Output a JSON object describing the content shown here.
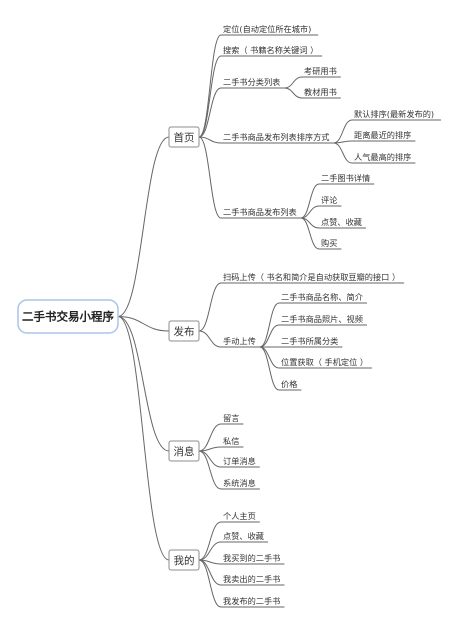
{
  "root": "二手书交易小程序",
  "branches": [
    {
      "label": "首页",
      "children": [
        {
          "label": "定位(自动定位所在城市)"
        },
        {
          "label": "搜索（ 书籍名称关键词 ）"
        },
        {
          "label": "二手书分类列表",
          "children": [
            {
              "label": "考研用书"
            },
            {
              "label": "教材用书"
            }
          ]
        },
        {
          "label": "二手书商品发布列表排序方式",
          "children": [
            {
              "label": "默认排序(最新发布的)"
            },
            {
              "label": "距离最近的排序"
            },
            {
              "label": "人气最高的排序"
            }
          ]
        },
        {
          "label": "二手书商品发布列表",
          "children": [
            {
              "label": "二手图书详情"
            },
            {
              "label": "评论"
            },
            {
              "label": "点赞、收藏"
            },
            {
              "label": "购买"
            }
          ]
        }
      ]
    },
    {
      "label": "发布",
      "children": [
        {
          "label": "扫码上传（ 书名和简介是自动获取豆瓣的接口 ）"
        },
        {
          "label": "手动上传",
          "children": [
            {
              "label": "二手书商品名称、简介"
            },
            {
              "label": "二手书商品照片、视频"
            },
            {
              "label": "二手书所属分类"
            },
            {
              "label": "位置获取（ 手机定位 ）"
            },
            {
              "label": "价格"
            }
          ]
        }
      ]
    },
    {
      "label": "消息",
      "children": [
        {
          "label": "留言"
        },
        {
          "label": "私信"
        },
        {
          "label": "订单消息"
        },
        {
          "label": "系统消息"
        }
      ]
    },
    {
      "label": "我的",
      "children": [
        {
          "label": "个人主页"
        },
        {
          "label": "点赞、收藏"
        },
        {
          "label": "我买到的二手书"
        },
        {
          "label": "我卖出的二手书"
        },
        {
          "label": "我发布的二手书"
        }
      ]
    }
  ]
}
